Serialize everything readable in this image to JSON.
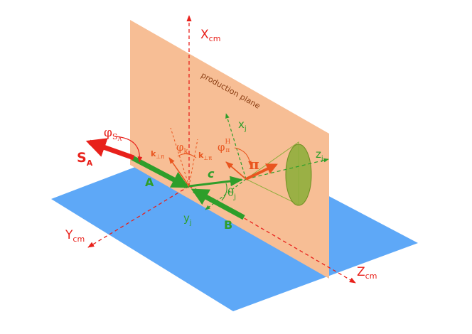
{
  "labels": {
    "x_cm": "X",
    "x_cm_sub": "cm",
    "y_cm": "Y",
    "y_cm_sub": "cm",
    "z_cm": "Z",
    "z_cm_sub": "cm",
    "production_plane": "production plane",
    "phi_sa": "φ",
    "phi_sa_sub": "S",
    "phi_sa_subsub": "A",
    "s_a": "S",
    "s_a_sub": "A",
    "a": "A",
    "b": "B",
    "c": "c",
    "k_perp_1": "k",
    "k_perp_1_sub": "⊥π",
    "k_perp_2": "k",
    "k_perp_2_sub": "⊥π",
    "phi_k": "φ",
    "phi_k_sub": "k",
    "phi_pi": "φ",
    "phi_pi_sup": "H",
    "phi_pi_sub": "π",
    "pi": "π",
    "theta_j": "θ",
    "theta_j_sub": "j",
    "x_j": "x",
    "x_j_sub": "j",
    "y_j": "y",
    "y_j_sub": "j",
    "z_j": "z",
    "z_j_sub": "j"
  },
  "colors": {
    "horizontal_plane": "#5ea8f7",
    "production_plane": "#f7be95",
    "axis_red": "#e8211b",
    "spin_red": "#e8211b",
    "jet_green": "#2e9e2a",
    "hadron_orange": "#e9551f",
    "cone_fill": "#8fae3c",
    "brown_text": "#8a3d12"
  }
}
